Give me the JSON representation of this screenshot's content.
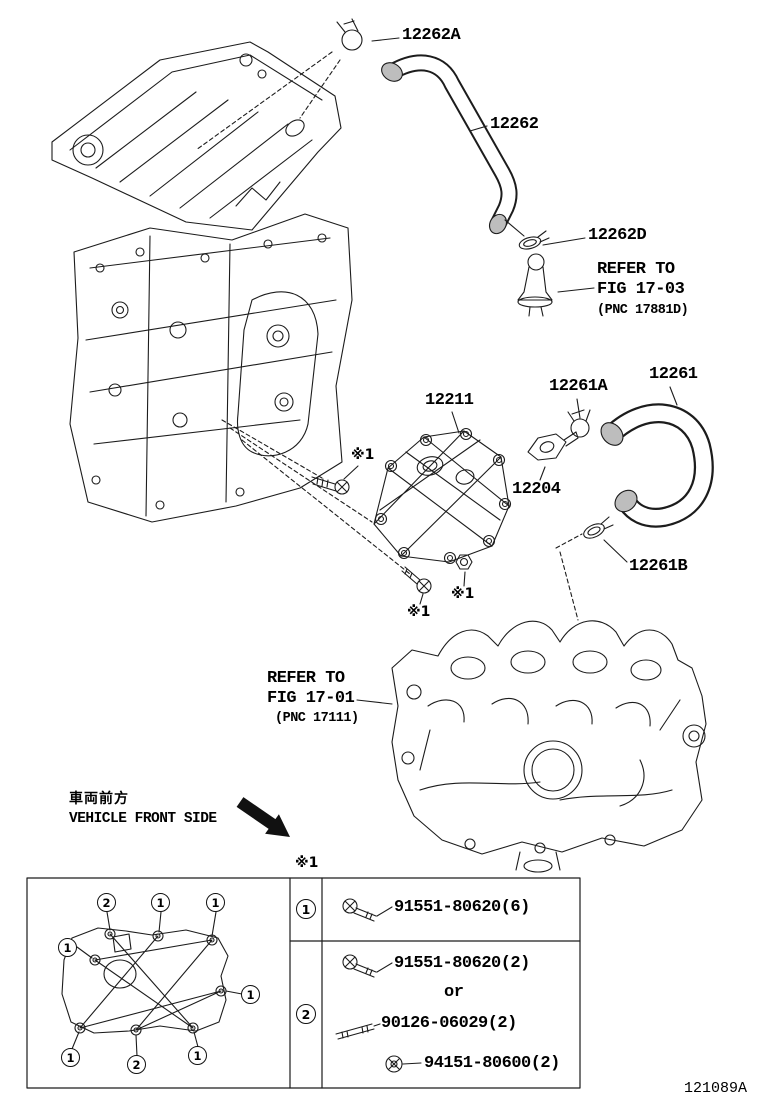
{
  "meta": {
    "figure_code": "121089A"
  },
  "labels": {
    "clamp_a": "12262A",
    "hose_main": "12262",
    "clamp_d": "12262D",
    "refer1": {
      "l1": "REFER TO",
      "l2": "FIG 17-03",
      "pnc": "(PNC 17881D)"
    },
    "plate": "12211",
    "clamp_261a": "12261A",
    "hose_261": "12261",
    "valve": "12204",
    "clamp_261b": "12261B",
    "note1": "※1",
    "refer2": {
      "l1": "REFER TO",
      "l2": "FIG 17-01",
      "pnc": "(PNC 17111)"
    },
    "front_jp": "車両前方",
    "front_en": "VEHICLE FRONT SIDE"
  },
  "table": {
    "note": "※1",
    "rows": [
      {
        "num": "1",
        "bolt_label": "91551-80620(6)"
      },
      {
        "num": "2",
        "bolt_label": "91551-80620(2)",
        "or_label": "or",
        "stud_label": "90126-06029(2)",
        "washer_label": "94151-80600(2)"
      }
    ]
  },
  "gasket": {
    "callouts": [
      "2",
      "1",
      "1",
      "1",
      "1",
      "1",
      "2",
      "1"
    ]
  }
}
